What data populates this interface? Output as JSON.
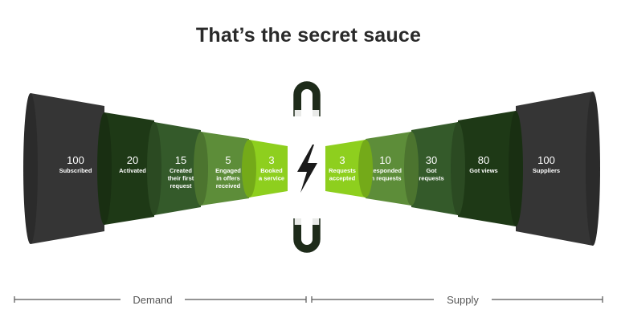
{
  "title": "That’s the secret sauce",
  "demand_stages": [
    {
      "value": "100",
      "label": [
        "Subscribed"
      ]
    },
    {
      "value": "20",
      "label": [
        "Activated"
      ]
    },
    {
      "value": "15",
      "label": [
        "Created",
        "their first",
        "request"
      ]
    },
    {
      "value": "5",
      "label": [
        "Engaged",
        "in offers",
        "received"
      ]
    },
    {
      "value": "3",
      "label": [
        "Booked",
        "a service"
      ]
    }
  ],
  "supply_stages": [
    {
      "value": "3",
      "label": [
        "Requests",
        "accepted"
      ]
    },
    {
      "value": "10",
      "label": [
        "Responded",
        "in requests"
      ]
    },
    {
      "value": "30",
      "label": [
        "Got",
        "requests"
      ]
    },
    {
      "value": "80",
      "label": [
        "Got views"
      ]
    },
    {
      "value": "100",
      "label": [
        "Suppliers"
      ]
    }
  ],
  "brackets": {
    "left": "Demand",
    "right": "Supply"
  },
  "colors": {
    "stage_1": "#353535",
    "stage_2": "#1e3916",
    "stage_3": "#345a2a",
    "stage_4": "#5d8d39",
    "stage_5": "#8ecf1e",
    "magnet": "#1e2b1a",
    "bolt": "#1a1a1a"
  },
  "icons": [
    "magnet-icon",
    "lightning-bolt-icon"
  ]
}
